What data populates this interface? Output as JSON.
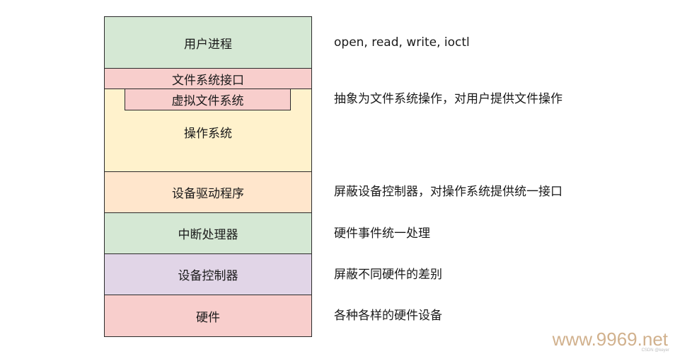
{
  "layers": [
    {
      "label": "用户进程",
      "color": "#d5e8d4"
    },
    {
      "label": "文件系统接口",
      "color": "#f8cecc"
    },
    {
      "label": "操作系统",
      "color": "#fff2cc"
    },
    {
      "label": "设备驱动程序",
      "color": "#ffe6cc"
    },
    {
      "label": "中断处理器",
      "color": "#d5e8d4"
    },
    {
      "label": "设备控制器",
      "color": "#e1d5e7"
    },
    {
      "label": "硬件",
      "color": "#f8cecc"
    }
  ],
  "inner_box": {
    "label": "虚拟文件系统",
    "color": "#f8cecc"
  },
  "descriptions": {
    "user_process": "open, read, write, ioctl",
    "vfs": "抽象为文件系统操作，对用户提供文件操作",
    "driver": "屏蔽设备控制器，对操作系统提供统一接口",
    "interrupt": "硬件事件统一处理",
    "controller": "屏蔽不同硬件的差别",
    "hardware": "各种各样的硬件设备"
  },
  "watermark": {
    "site": "www.9969.net",
    "csdn": "CSDN @keyer"
  }
}
